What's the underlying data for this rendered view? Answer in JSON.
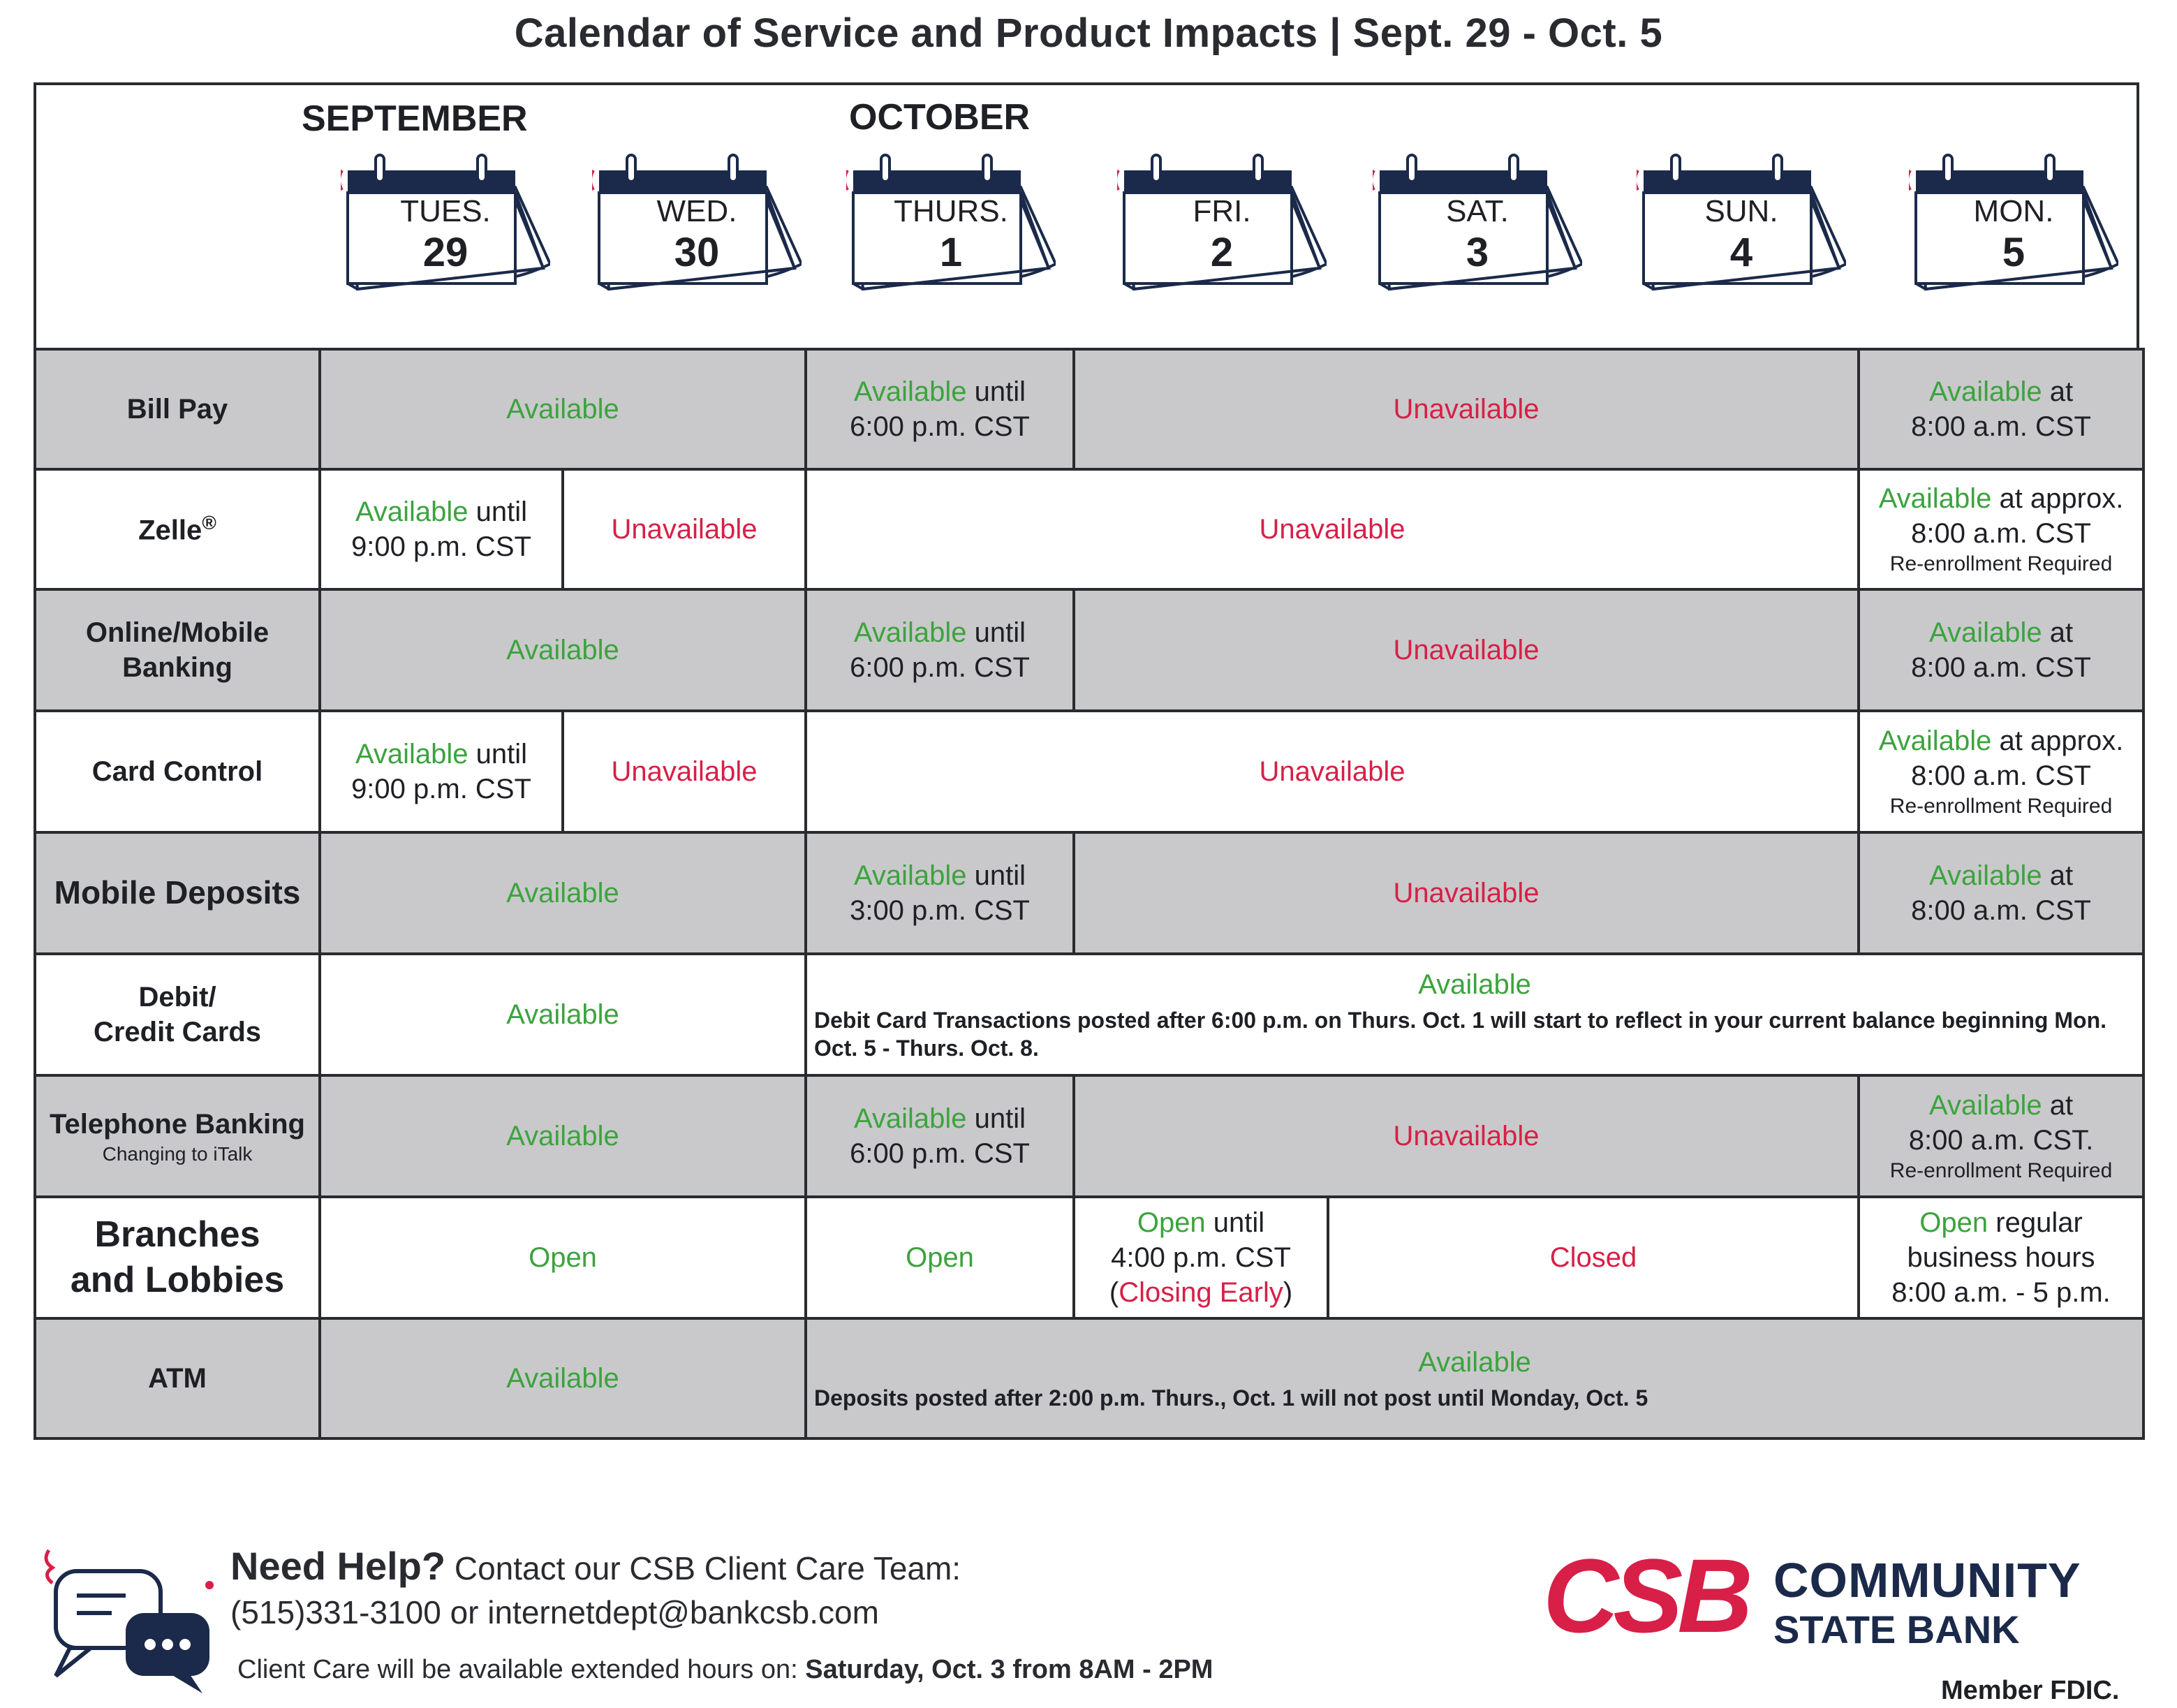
{
  "title": "Calendar of Service and Product Impacts | Sept. 29 - Oct. 5",
  "months": [
    "SEPTEMBER",
    "OCTOBER"
  ],
  "days": [
    {
      "name": "TUES.",
      "num": "29"
    },
    {
      "name": "WED.",
      "num": "30"
    },
    {
      "name": "THURS.",
      "num": "1"
    },
    {
      "name": "FRI.",
      "num": "2"
    },
    {
      "name": "SAT.",
      "num": "3"
    },
    {
      "name": "SUN.",
      "num": "4"
    },
    {
      "name": "MON.",
      "num": "5"
    }
  ],
  "words": {
    "available": "Available",
    "unavailable": "Unavailable",
    "open": "Open",
    "closed": "Closed",
    "closing_early": "Closing Early"
  },
  "rows": {
    "bill_pay": {
      "label": "Bill Pay",
      "thurs_tail": " until",
      "thurs_time": "6:00 p.m. CST",
      "mon_tail": " at",
      "mon_time": "8:00 a.m. CST"
    },
    "zelle": {
      "label": "Zelle",
      "sup": "®",
      "tue_tail": " until",
      "tue_time": "9:00 p.m. CST",
      "mon_tail": " at approx.",
      "mon_time": "8:00 a.m. CST",
      "mon_note": "Re-enrollment Required"
    },
    "online": {
      "label": "Online/Mobile Banking",
      "thurs_tail": " until",
      "thurs_time": "6:00 p.m. CST",
      "mon_tail": " at",
      "mon_time": "8:00 a.m. CST"
    },
    "card_control": {
      "label": "Card Control",
      "tue_tail": " until",
      "tue_time": "9:00 p.m. CST",
      "mon_tail": " at approx.",
      "mon_time": "8:00 a.m. CST",
      "mon_note": "Re-enrollment Required"
    },
    "mobile_deposits": {
      "label": "Mobile Deposits",
      "thurs_tail": " until",
      "thurs_time": "3:00 p.m. CST",
      "mon_tail": " at",
      "mon_time": "8:00 a.m. CST"
    },
    "debit": {
      "label_1": "Debit/",
      "label_2": "Credit Cards",
      "note": "Debit Card Transactions posted after 6:00 p.m. on Thurs. Oct. 1 will start to reflect in your current balance beginning Mon. Oct. 5 - Thurs. Oct. 8."
    },
    "telephone": {
      "label": "Telephone Banking",
      "sublabel": "Changing to iTalk",
      "thurs_tail": " until",
      "thurs_time": "6:00 p.m. CST",
      "mon_tail": " at",
      "mon_time": "8:00 a.m. CST.",
      "mon_note": "Re-enrollment Required"
    },
    "branches": {
      "label_1": "Branches",
      "label_2": "and Lobbies",
      "fri_tail": " until",
      "fri_time": "4:00 p.m. CST",
      "mon_tail": " regular",
      "mon_line2": "business hours",
      "mon_line3": "8:00 a.m. - 5 p.m."
    },
    "atm": {
      "label": "ATM",
      "note": "Deposits posted after 2:00 p.m. Thurs., Oct. 1 will not post until Monday, Oct. 5"
    }
  },
  "footer": {
    "help_bold": "Need Help?",
    "help_text": " Contact our CSB Client Care Team:",
    "contact": "(515)331-3100 or internetdept@bankcsb.com",
    "hours_text": "Client Care will be available extended hours on: ",
    "hours_bold": "Saturday, Oct. 3 from 8AM - 2PM",
    "logo_mark": "CSB",
    "logo_line1": "COMMUNITY",
    "logo_line2": "STATE BANK",
    "fdic": "Member FDIC."
  },
  "colors": {
    "available": "#3ca33e",
    "unavailable": "#d81f47",
    "row_gray": "#c9c9cb",
    "navy": "#1b2a4a"
  }
}
